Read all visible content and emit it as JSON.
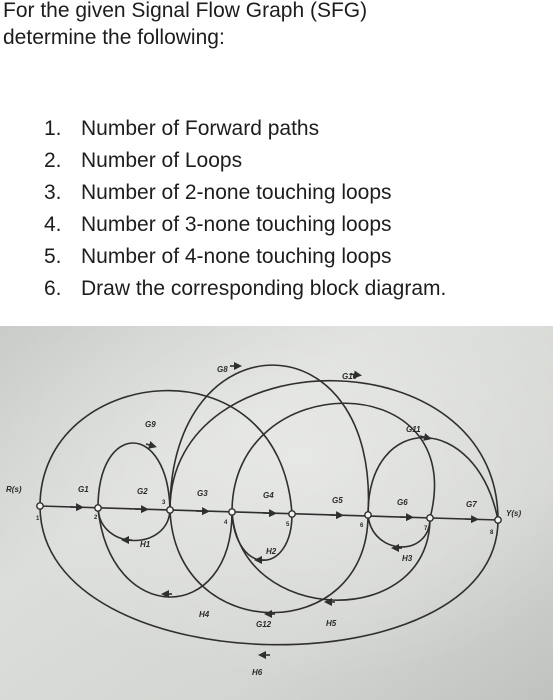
{
  "heading": {
    "line1": "For the given Signal Flow Graph (SFG)",
    "line2": "determine the following:"
  },
  "tasks": [
    {
      "num": "1.",
      "text": "Number of Forward paths"
    },
    {
      "num": "2.",
      "text": "Number of Loops"
    },
    {
      "num": "3.",
      "text": "Number of 2-none touching loops"
    },
    {
      "num": "4.",
      "text": "Number of 3-none touching loops"
    },
    {
      "num": "5.",
      "text": "Number of 4-none touching loops"
    },
    {
      "num": "6.",
      "text": "Draw the corresponding block diagram."
    }
  ],
  "sfg": {
    "input_label": "R(s)",
    "output_label": "Y(s)",
    "node_numbers": [
      "1",
      "2",
      "3",
      "4",
      "5",
      "6",
      "7",
      "8"
    ],
    "forward_gains": [
      "G1",
      "G2",
      "G3",
      "G4",
      "G5",
      "G6",
      "G7"
    ],
    "upper_gains": [
      "G8",
      "G9",
      "G10",
      "G11"
    ],
    "lower_gains": [
      "H1",
      "H2",
      "H3",
      "H4",
      "G12",
      "H5",
      "H6"
    ]
  }
}
